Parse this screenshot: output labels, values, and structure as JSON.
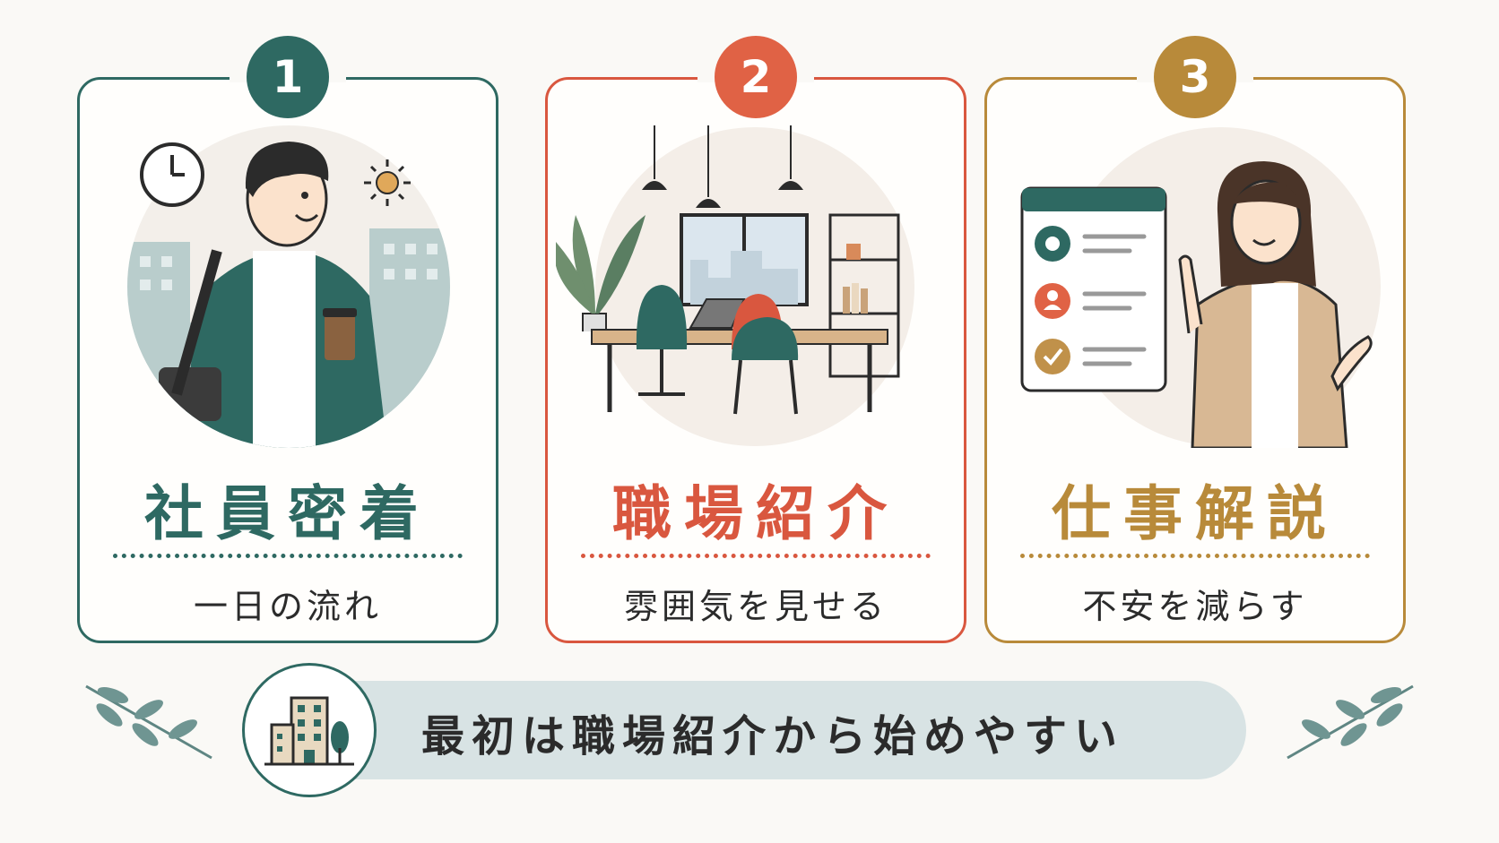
{
  "cards": [
    {
      "number": "1",
      "title": "社員密着",
      "subtitle": "一日の流れ",
      "color": "#2e6962"
    },
    {
      "number": "2",
      "title": "職場紹介",
      "subtitle": "雰囲気を見せる",
      "color": "#d9573f"
    },
    {
      "number": "3",
      "title": "仕事解説",
      "subtitle": "不安を減らす",
      "color": "#b88a3a"
    }
  ],
  "banner": {
    "text": "最初は職場紹介から始めやすい",
    "icon": "building-icon"
  },
  "decorations": {
    "left": "leaf-branch-icon",
    "right": "leaf-branch-icon"
  }
}
